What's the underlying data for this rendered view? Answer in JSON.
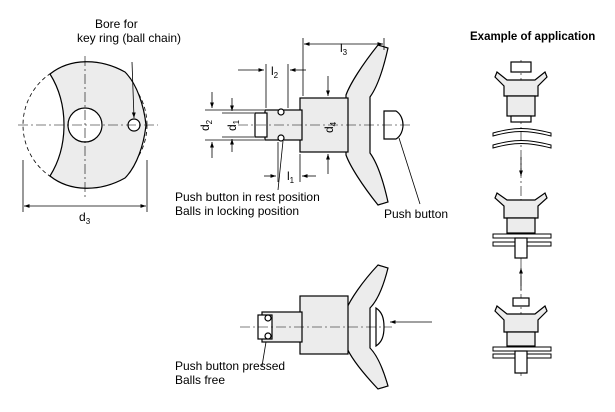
{
  "labels": {
    "bore": [
      "Bore for",
      "key ring (ball chain)"
    ],
    "rest": [
      "Push button in rest position",
      "Balls in locking position"
    ],
    "push_button": "Push button",
    "pressed": [
      "Push button pressed",
      "Balls free"
    ],
    "application_title": "Example of application"
  },
  "dimensions": {
    "d": "d",
    "l": "l",
    "d1": "1",
    "d2": "2",
    "d3": "3",
    "d4": "4",
    "l1": "1",
    "l2": "2",
    "l3": "3"
  }
}
